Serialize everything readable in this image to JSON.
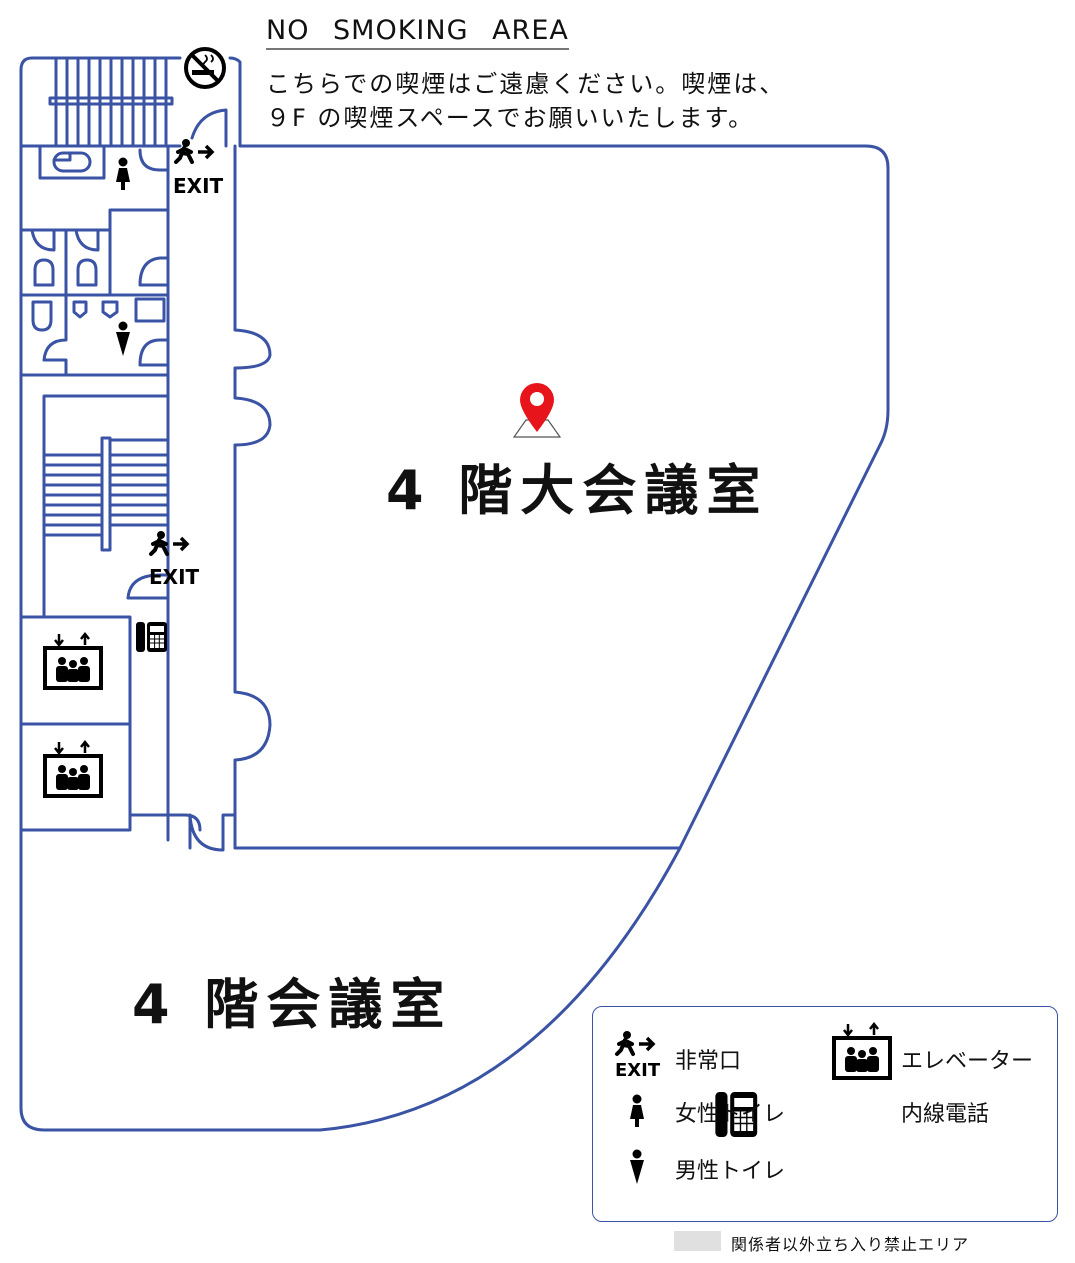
{
  "notice": {
    "title": "NO  SMOKING  AREA",
    "line1": "こちらでの喫煙はご遠慮ください。喫煙は、",
    "line2": "９F の喫煙スペースでお願いいたします。"
  },
  "rooms": {
    "large_hall": "4 階大会議室",
    "hall": "4 階会議室"
  },
  "map_labels": {
    "exit": "EXIT"
  },
  "legend": {
    "items": [
      {
        "icon": "emergency-exit-icon",
        "label": "非常口"
      },
      {
        "icon": "womens-restroom-icon",
        "label": "女性トイレ"
      },
      {
        "icon": "mens-restroom-icon",
        "label": "男性トイレ"
      },
      {
        "icon": "elevator-icon",
        "label": "エレベーター"
      },
      {
        "icon": "extension-phone-icon",
        "label": "内線電話"
      }
    ],
    "restricted_area": "関係者以外立ち入り禁止エリア"
  },
  "colors": {
    "wall": "#3a53a4",
    "pin": "#e8141b",
    "restricted": "#e0e0e0"
  }
}
